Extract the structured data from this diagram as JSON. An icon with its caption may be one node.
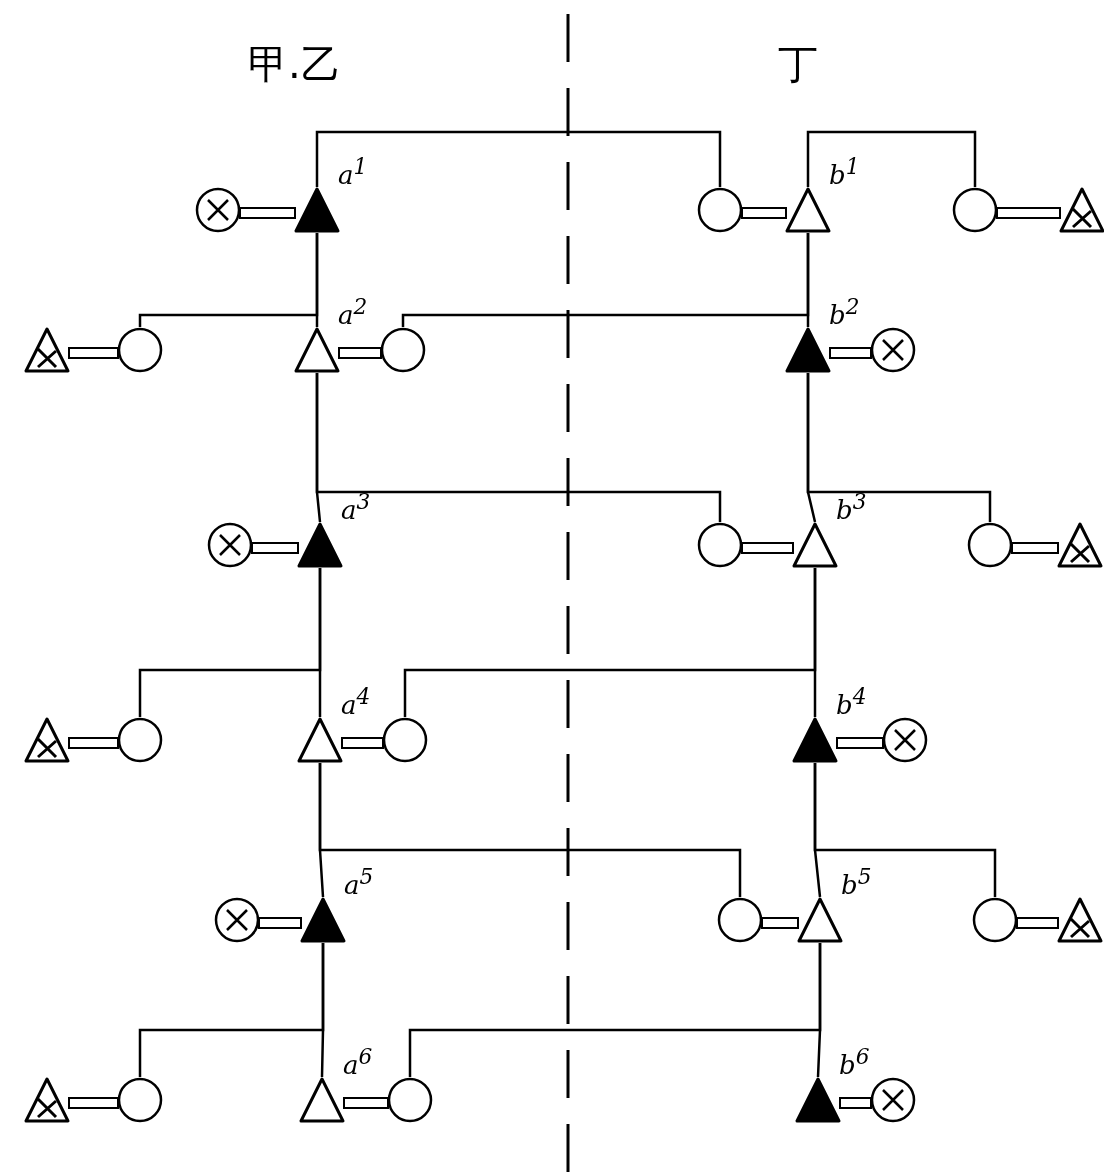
{
  "diagram": {
    "nodes": [
      {
        "text": [],
        "shape": "circle"
      },
      {
        "text": [],
        "shape": "triangle",
        "beside": [
          "a$^{1}$"
        ]
      },
      {
        "text": [],
        "shape": "circle"
      },
      {
        "text": [],
        "shape": "triangle",
        "beside": [
          "b$^{1}$"
        ]
      },
      {
        "text": [],
        "shape": "circle"
      },
      {
        "text": [],
        "shape": "triangle"
      },
      {
        "text": [],
        "shape": "triangle"
      },
      {
        "text": [],
        "shape": "circle"
      },
      {
        "text": [],
        "shape": "triangle",
        "beside": [
          "a$^{2}$"
        ]
      },
      {
        "text": [],
        "shape": "circle"
      },
      {
        "text": [],
        "shape": "triangle",
        "beside": [
          "b$^{2}$"
        ]
      },
      {
        "text": [],
        "shape": "circle"
      },
      {
        "text": [],
        "shape": "circle"
      },
      {
        "text": [],
        "shape": "triangle",
        "beside": [
          "a$^{3}$"
        ]
      },
      {
        "text": [],
        "shape": "circle"
      },
      {
        "text": [],
        "shape": "triangle",
        "beside": [
          "b$^{3}$"
        ]
      },
      {
        "text": [],
        "shape": "circle"
      },
      {
        "text": [],
        "shape": "triangle"
      },
      {
        "text": [],
        "shape": "triangle"
      },
      {
        "text": [],
        "shape": "circle"
      },
      {
        "text": [],
        "shape": "triangle",
        "beside": [
          "a$^{4}$"
        ]
      },
      {
        "text": [],
        "shape": "circle"
      },
      {
        "text": [],
        "shape": "triangle",
        "beside": [
          "b$^{4}$"
        ]
      },
      {
        "text": [],
        "shape": "circle"
      },
      {
        "text": [],
        "shape": "circle"
      },
      {
        "text": [],
        "shape": "triangle",
        "beside": [
          "a$^{5}$"
        ]
      },
      {
        "text": [],
        "shape": "circle"
      },
      {
        "text": [],
        "shape": "triangle",
        "beside": [
          "b$^{5}$"
        ]
      },
      {
        "text": [],
        "shape": "circle"
      },
      {
        "text": [],
        "shape": "triangle"
      },
      {
        "text": [],
        "shape": "triangle"
      },
      {
        "text": [],
        "shape": "circle"
      },
      {
        "text": [],
        "shape": "triangle",
        "beside": [
          "a$^{6}$"
        ]
      },
      {
        "text": [],
        "shape": "circle"
      },
      {
        "text": [],
        "shape": "triangle",
        "beside": [
          "b$^{6}$"
        ]
      },
      {
        "text": [],
        "shape": "circle"
      }
    ],
    "edges": [
      {
        "from": 0,
        "to": 1,
        "arrow": "none"
      },
      {
        "from": 2,
        "to": 3,
        "arrow": "none"
      },
      {
        "from": 4,
        "to": 5,
        "arrow": "none"
      },
      {
        "from": 1,
        "to": 2,
        "arrow": "none"
      },
      {
        "from": 3,
        "to": 4,
        "arrow": "none"
      },
      {
        "from": 6,
        "to": 7,
        "arrow": "none"
      },
      {
        "from": 8,
        "to": 9,
        "arrow": "none"
      },
      {
        "from": 10,
        "to": 11,
        "arrow": "none"
      },
      {
        "from": 1,
        "to": 7,
        "arrow": "none"
      },
      {
        "from": 1,
        "to": 8,
        "arrow": "none"
      },
      {
        "from": 3,
        "to": 9,
        "arrow": "none"
      },
      {
        "from": 3,
        "to": 10,
        "arrow": "none"
      },
      {
        "from": 12,
        "to": 13,
        "arrow": "none"
      },
      {
        "from": 14,
        "to": 15,
        "arrow": "none"
      },
      {
        "from": 16,
        "to": 17,
        "arrow": "none"
      },
      {
        "from": 8,
        "to": 13,
        "arrow": "none"
      },
      {
        "from": 8,
        "to": 14,
        "arrow": "none"
      },
      {
        "from": 10,
        "to": 15,
        "arrow": "none"
      },
      {
        "from": 10,
        "to": 16,
        "arrow": "none"
      },
      {
        "from": 18,
        "to": 19,
        "arrow": "none"
      },
      {
        "from": 20,
        "to": 21,
        "arrow": "none"
      },
      {
        "from": 22,
        "to": 23,
        "arrow": "none"
      },
      {
        "from": 13,
        "to": 19,
        "arrow": "none"
      },
      {
        "from": 13,
        "to": 20,
        "arrow": "none"
      },
      {
        "from": 15,
        "to": 21,
        "arrow": "none"
      },
      {
        "from": 15,
        "to": 22,
        "arrow": "none"
      },
      {
        "from": 24,
        "to": 25,
        "arrow": "none"
      },
      {
        "from": 26,
        "to": 27,
        "arrow": "none"
      },
      {
        "from": 28,
        "to": 29,
        "arrow": "none"
      },
      {
        "from": 20,
        "to": 25,
        "arrow": "none"
      },
      {
        "from": 20,
        "to": 26,
        "arrow": "none"
      },
      {
        "from": 22,
        "to": 27,
        "arrow": "none"
      },
      {
        "from": 22,
        "to": 28,
        "arrow": "none"
      },
      {
        "from": 30,
        "to": 31,
        "arrow": "none"
      },
      {
        "from": 32,
        "to": 33,
        "arrow": "none"
      },
      {
        "from": 34,
        "to": 35,
        "arrow": "none"
      },
      {
        "from": 25,
        "to": 31,
        "arrow": "none"
      },
      {
        "from": 25,
        "to": 32,
        "arrow": "none"
      },
      {
        "from": 27,
        "to": 33,
        "arrow": "none"
      },
      {
        "from": 27,
        "to": 34,
        "arrow": "none"
      }
    ],
    "labels": [
      "甲.乙",
      "丁"
    ]
  }
}
